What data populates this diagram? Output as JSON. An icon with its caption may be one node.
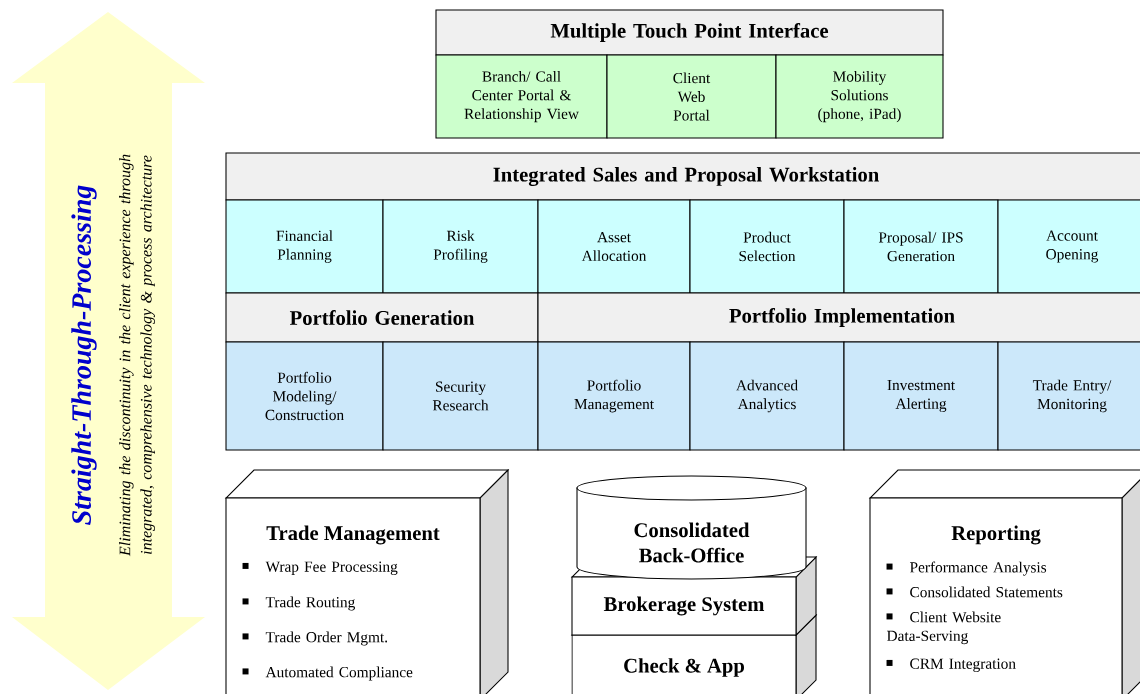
{
  "diagram": {
    "nodes": [
      {
        "text": [
          "Straight-Through-Processing",
          "Eliminating the discontinuity in the client experience through integrated, comprehensive technology & process architecture"
        ]
      },
      {
        "text": [
          "Multiple Touch Point Interface"
        ]
      },
      {
        "text": [
          "Branch/ Call Center Portal & Relationship View"
        ]
      },
      {
        "text": [
          "Client Web Portal"
        ]
      },
      {
        "text": [
          "Mobility Solutions (phone, iPad)"
        ]
      },
      {
        "text": [
          "Integrated Sales and Proposal Workstation"
        ]
      },
      {
        "text": [
          "Financial Planning"
        ]
      },
      {
        "text": [
          "Risk Profiling"
        ]
      },
      {
        "text": [
          "Asset Allocation"
        ]
      },
      {
        "text": [
          "Product Selection"
        ]
      },
      {
        "text": [
          "Proposal/ IPS Generation"
        ]
      },
      {
        "text": [
          "Account Opening"
        ]
      },
      {
        "text": [
          "Portfolio Generation"
        ]
      },
      {
        "text": [
          "Portfolio Implementation"
        ]
      },
      {
        "text": [
          "Portfolio Modeling/ Construction"
        ]
      },
      {
        "text": [
          "Security Research"
        ]
      },
      {
        "text": [
          "Portfolio Management"
        ]
      },
      {
        "text": [
          "Advanced Analytics"
        ]
      },
      {
        "text": [
          "Investment Alerting"
        ]
      },
      {
        "text": [
          "Trade Entry/ Monitoring"
        ]
      },
      {
        "text": [
          "Trade Management",
          "Wrap Fee Processing",
          "Trade Routing",
          "Trade Order Mgmt.",
          "Automated Compliance"
        ]
      },
      {
        "text": [
          "Consolidated Back-Office"
        ]
      },
      {
        "text": [
          "Brokerage System"
        ]
      },
      {
        "text": [
          "Check & App"
        ]
      },
      {
        "text": [
          "Reporting",
          "Performance Analysis",
          "Consolidated Statements",
          "Client Website Data-Serving",
          "CRM Integration"
        ]
      }
    ]
  }
}
